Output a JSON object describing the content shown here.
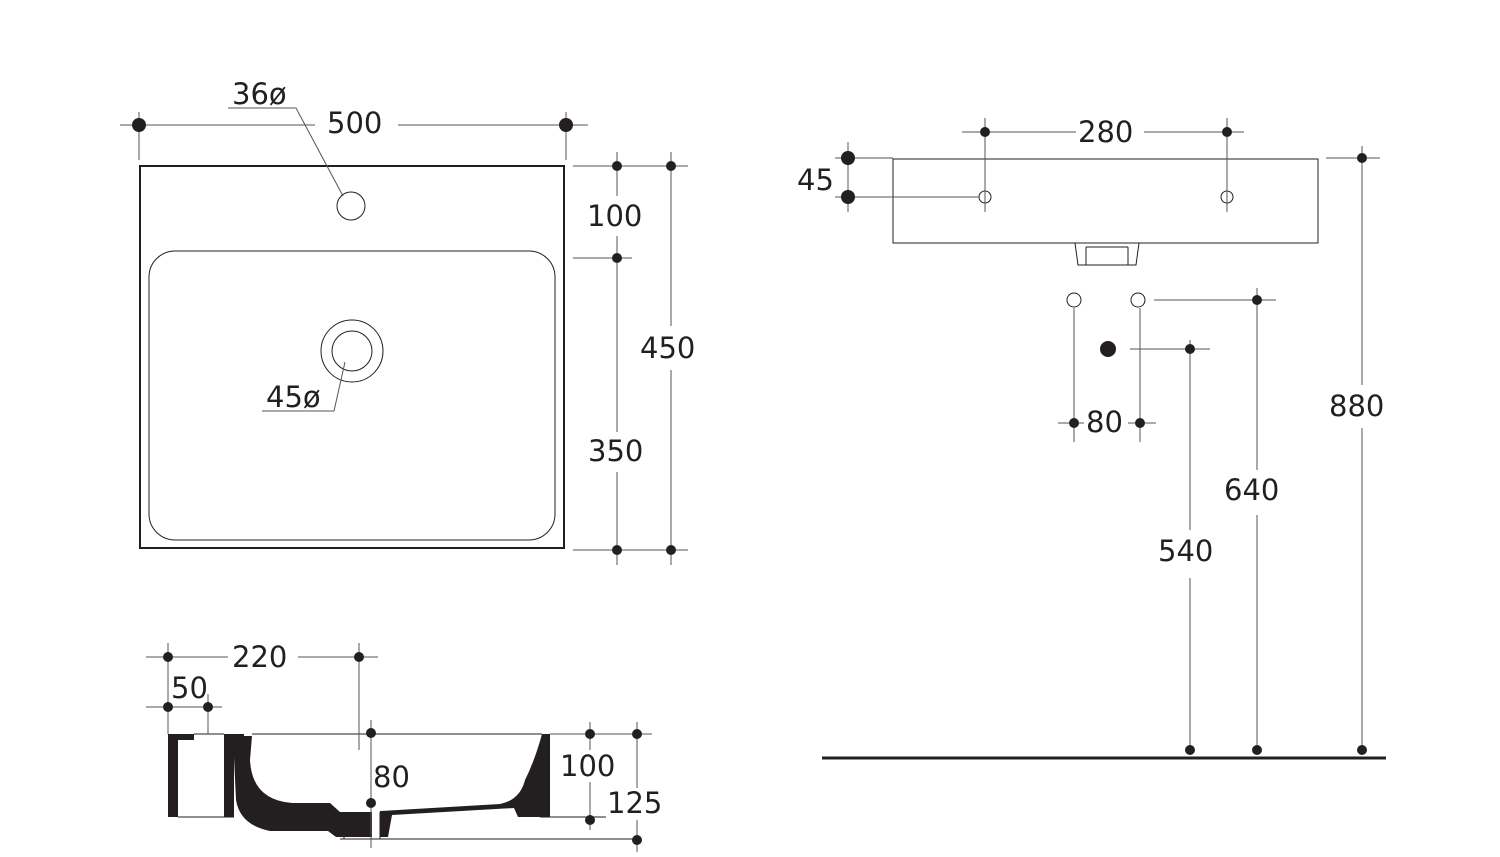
{
  "colors": {
    "line": "#231f20",
    "background": "#ffffff"
  },
  "top_view": {
    "tap_hole_diameter": "36ø",
    "width": "500",
    "depth_total": "450",
    "rim_to_bowl": "100",
    "bowl_depth": "350",
    "waste_diameter": "45ø"
  },
  "section_view": {
    "tap_to_waste": "220",
    "wall_thickness": "50",
    "waste_height": "80",
    "bowl_height": "100",
    "total_height": "125"
  },
  "front_view": {
    "fixing_holes_spacing": "280",
    "fixing_holes_offset": "45",
    "supply_spacing": "80",
    "floor_to_top": "880",
    "floor_to_supply": "640",
    "floor_to_waste": "540"
  }
}
